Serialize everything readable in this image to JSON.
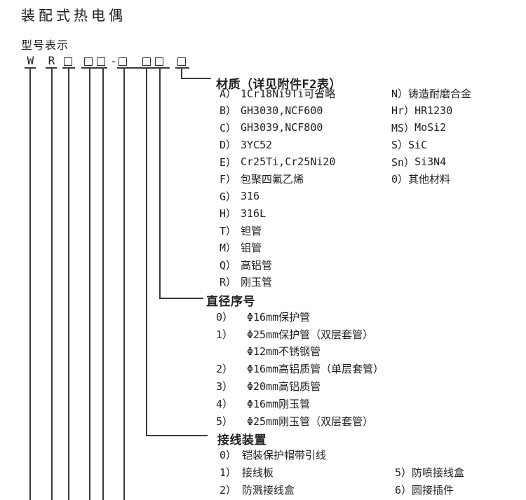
{
  "page": {
    "title": "装配式热电偶",
    "subtitle": "型号表示"
  },
  "colors": {
    "ink": "#1f1f1f",
    "line": "#3a3a3a"
  },
  "model_code": {
    "letter_w": "W",
    "letter_r": "R",
    "dash": "-"
  },
  "sections": {
    "material": {
      "title": "材质（详见附件F2表）",
      "left_items": [
        {
          "code": "A）",
          "desc": "1Cr18Ni9Ti可省略"
        },
        {
          "code": "B）",
          "desc": "GH3030,NCF600"
        },
        {
          "code": "C）",
          "desc": "GH3039,NCF800"
        },
        {
          "code": "D）",
          "desc": "3YC52"
        },
        {
          "code": "E）",
          "desc": "Cr25Ti,Cr25Ni20"
        },
        {
          "code": "F）",
          "desc": "包聚四氟乙烯"
        },
        {
          "code": "G）",
          "desc": "316"
        },
        {
          "code": "H）",
          "desc": "316L"
        },
        {
          "code": "T）",
          "desc": "钽管"
        },
        {
          "code": "M）",
          "desc": "钼管"
        },
        {
          "code": "Q）",
          "desc": "高铝管"
        },
        {
          "code": "R）",
          "desc": "刚玉管"
        }
      ],
      "right_items": [
        {
          "code": "N）",
          "desc": "铸造耐磨合金"
        },
        {
          "code": "Hr）",
          "desc": "HR1230"
        },
        {
          "code": "MS）",
          "desc": "MoSi2"
        },
        {
          "code": "S）",
          "desc": "SiC"
        },
        {
          "code": "Sn）",
          "desc": "Si3N4"
        },
        {
          "code": "0）",
          "desc": "其他材料"
        }
      ]
    },
    "diameter": {
      "title": "直径序号",
      "items": [
        {
          "code": "0）",
          "desc": "Φ16mm保护管"
        },
        {
          "code": "1）",
          "desc": "Φ25mm保护管（双层套管）"
        },
        {
          "code": "",
          "desc": "Φ12mm不锈钢管"
        },
        {
          "code": "2）",
          "desc": "Φ16mm高铝质管（单层套管）"
        },
        {
          "code": "3）",
          "desc": "Φ20mm高铝质管"
        },
        {
          "code": "4）",
          "desc": "Φ16mm刚玉管"
        },
        {
          "code": "5）",
          "desc": "Φ25mm刚玉管（双层套管）"
        }
      ]
    },
    "junction": {
      "title": "接线装置",
      "left_items": [
        {
          "code": "0）",
          "desc": "铠装保护帽带引线"
        },
        {
          "code": "1）",
          "desc": "接线板"
        },
        {
          "code": "2）",
          "desc": "防溅接线盒"
        }
      ],
      "right_items": [
        {
          "code": "5）",
          "desc": "防喷接线盒"
        },
        {
          "code": "6）",
          "desc": "圆接插件"
        }
      ]
    }
  }
}
